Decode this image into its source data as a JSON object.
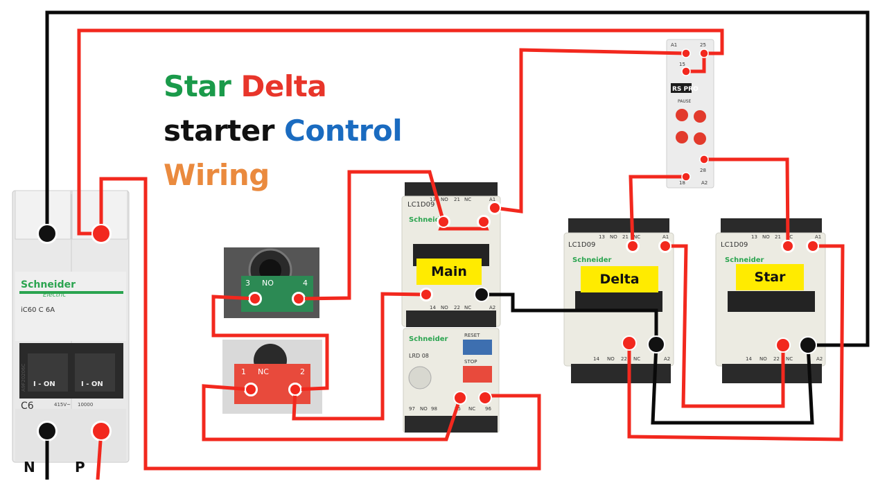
{
  "title": {
    "line1": [
      "Star",
      "Delta"
    ],
    "line2": [
      "starter",
      "Control"
    ],
    "line3": "Wiring"
  },
  "colors": {
    "wire_phase": "#f2281e",
    "wire_neutral": "#0a0a0a",
    "title_green": "#1a9a4a",
    "title_red": "#e8352a",
    "title_blue": "#1a6bc0",
    "title_orange": "#ea8a3e",
    "label_yellow": "#ffeb00"
  },
  "breaker": {
    "brand": "Schneider",
    "brand_sub": "Electric",
    "model": "iC60  C 6A",
    "rating": "C6",
    "on_left": "I - ON",
    "on_right": "I - ON",
    "voltage": "415V~",
    "code": "10000",
    "side_code": "A9F20206C",
    "terminal_n": "N",
    "terminal_p": "P"
  },
  "push_no": {
    "t1": "3",
    "label": "NO",
    "t2": "4"
  },
  "push_nc": {
    "t1": "1",
    "label": "NC",
    "t2": "2"
  },
  "contactors": [
    {
      "id": "main",
      "label": "Main",
      "model": "LC1D09",
      "brand": "Schneider",
      "top_terms": [
        "13",
        "NO",
        "21",
        "NC",
        "A1"
      ],
      "bottom_terms": [
        "14",
        "NO",
        "22",
        "NC",
        "A2"
      ]
    },
    {
      "id": "delta",
      "label": "Delta",
      "model": "LC1D09",
      "brand": "Schneider",
      "top_terms": [
        "13",
        "NO",
        "21",
        "NC",
        "A1"
      ],
      "bottom_terms": [
        "14",
        "NO",
        "22",
        "NC",
        "A2"
      ]
    },
    {
      "id": "star",
      "label": "Star",
      "model": "LC1D09",
      "brand": "Schneider",
      "top_terms": [
        "13",
        "NO",
        "21",
        "NC",
        "A1"
      ],
      "bottom_terms": [
        "14",
        "NO",
        "22",
        "NC",
        "A2"
      ]
    }
  ],
  "overload": {
    "brand": "Schneider",
    "reset": "RESET",
    "stop": "STOP",
    "model": "LRD 08",
    "terms": [
      "97",
      "NO",
      "98",
      "95",
      "NC",
      "96"
    ]
  },
  "timer": {
    "brand": "RS PRO",
    "top_terms": [
      "A1",
      "25",
      "15"
    ],
    "bottom_terms": [
      "28",
      "18",
      "A2"
    ],
    "pause": "PAUSE"
  }
}
